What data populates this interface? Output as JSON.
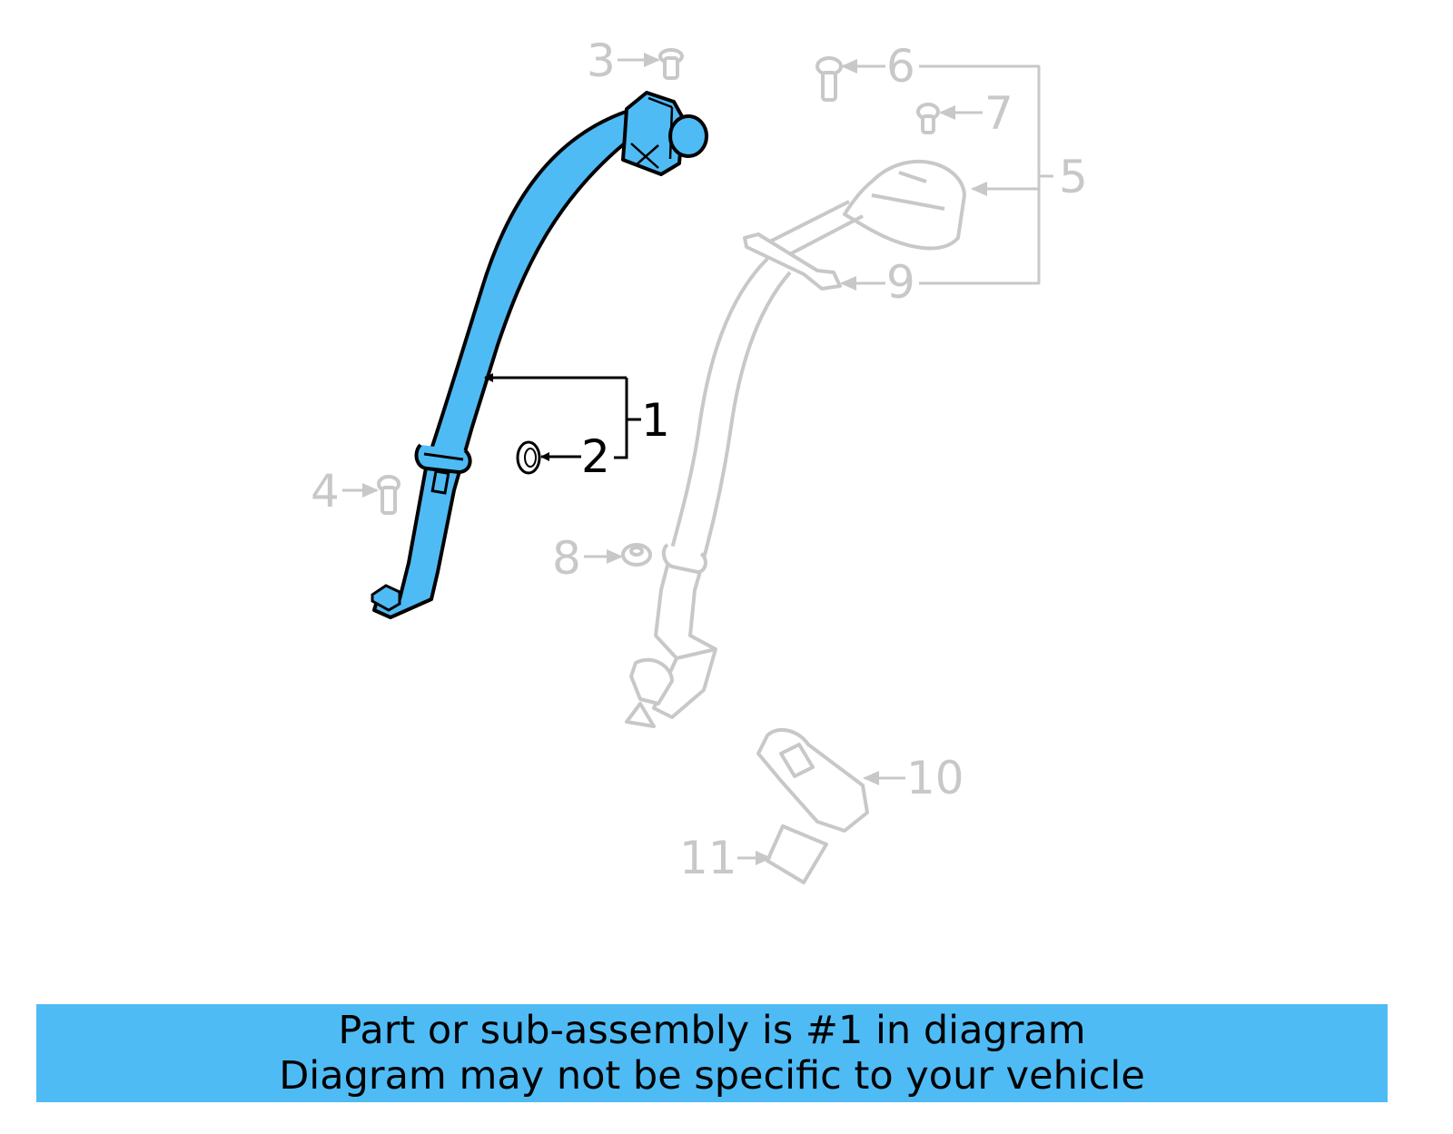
{
  "diagram": {
    "highlight_color": "#4fbbf5",
    "inactive_color": "#c8c8c8",
    "callouts": [
      {
        "id": "1",
        "label": "1",
        "active": true
      },
      {
        "id": "2",
        "label": "2",
        "active": true
      },
      {
        "id": "3",
        "label": "3",
        "active": false
      },
      {
        "id": "4",
        "label": "4",
        "active": false
      },
      {
        "id": "5",
        "label": "5",
        "active": false
      },
      {
        "id": "6",
        "label": "6",
        "active": false
      },
      {
        "id": "7",
        "label": "7",
        "active": false
      },
      {
        "id": "8",
        "label": "8",
        "active": false
      },
      {
        "id": "9",
        "label": "9",
        "active": false
      },
      {
        "id": "10",
        "label": "10",
        "active": false
      },
      {
        "id": "11",
        "label": "11",
        "active": false
      }
    ]
  },
  "banner": {
    "line1": "Part or sub-assembly is #1 in diagram",
    "line2": "Diagram may not be specific to your vehicle",
    "background": "#4fbbf5"
  }
}
